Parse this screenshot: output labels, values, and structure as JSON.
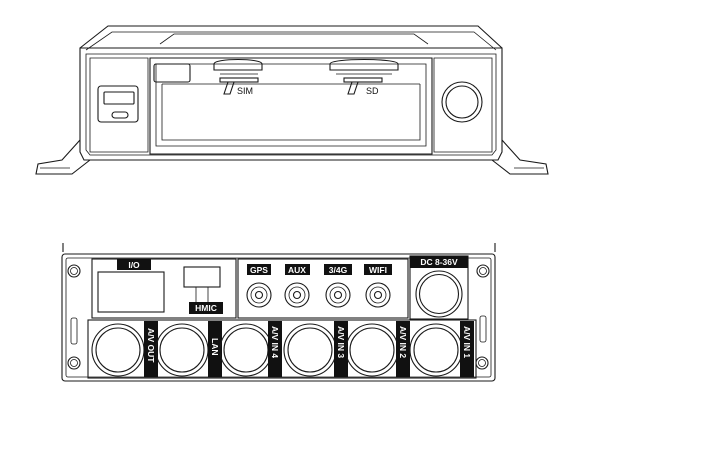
{
  "front_panel": {
    "sim_label": "SIM",
    "sd_label": "SD"
  },
  "rear_panel": {
    "io_label": "I/O",
    "hmic_label": "HMIC",
    "gps_label": "GPS",
    "aux_label": "AUX",
    "g34_label": "3/4G",
    "wifi_label": "WIFI",
    "dc_label": "DC 8-36V",
    "av_out_label": "A/V OUT",
    "lan_label": "LAN",
    "av_in4_label": "A/V IN 4",
    "av_in3_label": "A/V IN 3",
    "av_in2_label": "A/V IN 2",
    "av_in1_label": "A/V IN 1"
  }
}
